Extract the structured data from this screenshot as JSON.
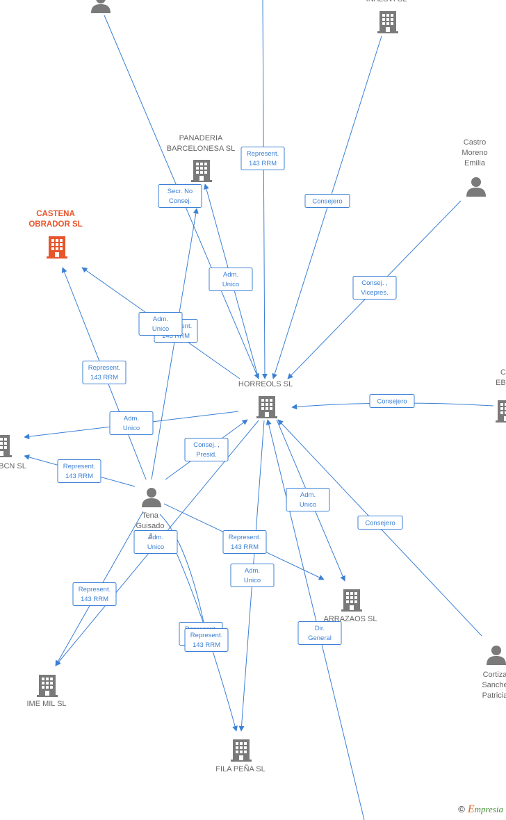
{
  "nodes": [
    {
      "id": "horreols",
      "type": "company",
      "lines": [
        "HORREOLS  SL"
      ]
    },
    {
      "id": "castena",
      "type": "company",
      "highlight": true,
      "lines": [
        "CASTENA",
        "OBRADOR  SL"
      ]
    },
    {
      "id": "panaderia",
      "type": "company",
      "lines": [
        "PANADERIA",
        "BARCELONESA SL"
      ]
    },
    {
      "id": "inalsvi",
      "type": "company",
      "lines": [
        "INALSVI SL"
      ]
    },
    {
      "id": "castro",
      "type": "person",
      "lines": [
        "Castro",
        "Moreno",
        "Emilia"
      ]
    },
    {
      "id": "eby",
      "type": "company",
      "lines": [
        "C",
        "EBY"
      ]
    },
    {
      "id": "bcn",
      "type": "company",
      "lines": [
        "BCN SL"
      ]
    },
    {
      "id": "tena",
      "type": "person",
      "lines": [
        "Tena",
        "Guisado",
        "J"
      ]
    },
    {
      "id": "arrazaos",
      "type": "company",
      "lines": [
        "ARRAZAOS  SL"
      ]
    },
    {
      "id": "cortiza",
      "type": "person",
      "lines": [
        "Cortiza",
        "Sanche",
        "Patricia"
      ]
    },
    {
      "id": "imemil",
      "type": "company",
      "lines": [
        "IME MIL SL"
      ]
    },
    {
      "id": "filapena",
      "type": "company",
      "lines": [
        "FILA PEÑA  SL"
      ]
    },
    {
      "id": "topperson",
      "type": "person",
      "lines": []
    }
  ],
  "edges": [
    {
      "id": "e-top-horreols",
      "lines": [
        "Represent.",
        "143 RRM"
      ]
    },
    {
      "id": "e-inalsvi-horreols",
      "lines": [
        "Consejero"
      ]
    },
    {
      "id": "e-castro-horreols",
      "lines": [
        "Consej. ,",
        "Vicepres."
      ]
    },
    {
      "id": "e-eby-horreols",
      "lines": [
        "Consejero"
      ]
    },
    {
      "id": "e-topperson-horreols",
      "lines": [
        "Secr.  No",
        "Consej."
      ]
    },
    {
      "id": "e-horreols-panaderia",
      "lines": [
        "Adm.",
        "Unico"
      ]
    },
    {
      "id": "e-horreols-castena",
      "lines": [
        "Represent.",
        "143 RRM"
      ]
    },
    {
      "id": "e-tena-castena-adm",
      "lines": [
        "Adm.",
        "Unico"
      ]
    },
    {
      "id": "e-tena-castena",
      "lines": [
        "Represent.",
        "143 RRM"
      ]
    },
    {
      "id": "e-horreols-bcn",
      "lines": [
        "Adm.",
        "Unico"
      ]
    },
    {
      "id": "e-tena-bcn",
      "lines": [
        "Represent.",
        "143 RRM"
      ]
    },
    {
      "id": "e-tena-horreols",
      "lines": [
        "Consej. ,",
        "Presid."
      ]
    },
    {
      "id": "e-horreols-arrazaos",
      "lines": [
        "Adm.",
        "Unico"
      ]
    },
    {
      "id": "e-tena-arrazaos",
      "lines": [
        "Represent.",
        "143 RRM"
      ]
    },
    {
      "id": "e-cortiza-horreols",
      "lines": [
        "Consejero"
      ]
    },
    {
      "id": "e-horreols-imemil",
      "lines": [
        "Adm.",
        "Unico"
      ]
    },
    {
      "id": "e-tena-imemil",
      "lines": [
        "Represent.",
        "143 RRM"
      ]
    },
    {
      "id": "e-horreols-filapena",
      "lines": [
        "Adm.",
        "Unico"
      ]
    },
    {
      "id": "e-tena-filapena-a",
      "lines": [
        "Represent.",
        "143 RRM"
      ]
    },
    {
      "id": "e-tena-filapena",
      "lines": [
        "Represent.",
        "143 RRM"
      ]
    },
    {
      "id": "e-bottom-horreols",
      "lines": [
        "Dir.",
        "General"
      ]
    }
  ],
  "watermark": {
    "copyright": "©",
    "brand_initial": "E",
    "brand_rest": "mpresia"
  },
  "colors": {
    "edge": "#3a7fd5",
    "node": "#7a7a7a",
    "highlight": "#e8552b",
    "label": "#666666"
  }
}
